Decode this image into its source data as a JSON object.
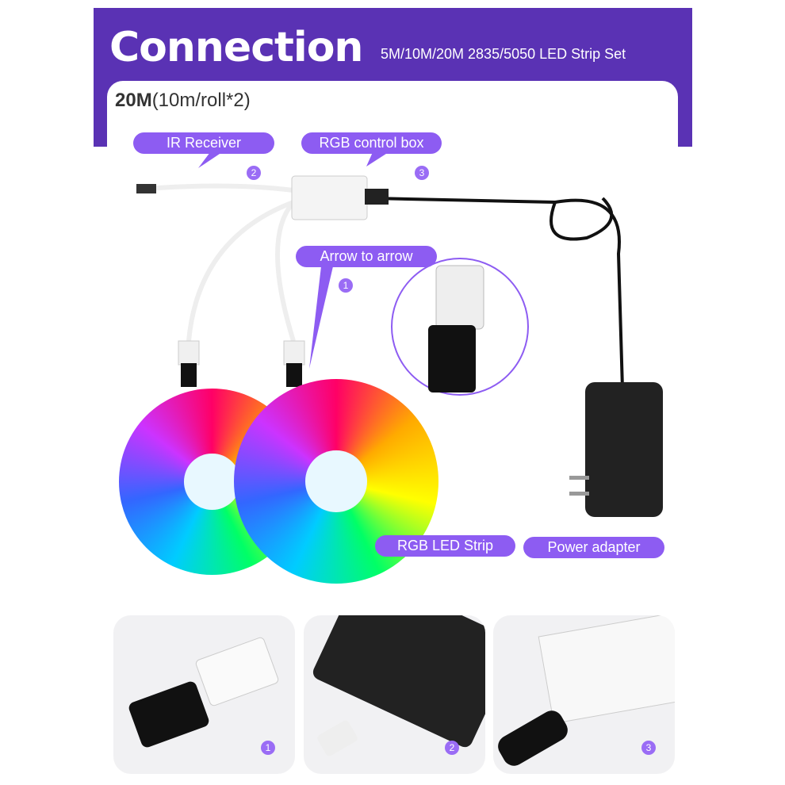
{
  "header": {
    "title": "Connection",
    "subtitle": "5M/10M/20M 2835/5050 LED Strip Set",
    "size_bold": "20M",
    "size_detail": "(10m/roll*2)"
  },
  "labels": {
    "ir_receiver": "IR Receiver",
    "control_box": "RGB control box",
    "arrow": "Arrow to arrow",
    "strip": "RGB LED Strip",
    "adapter": "Power adapter"
  },
  "numbers": {
    "one": "1",
    "two": "2",
    "three": "3"
  },
  "colors": {
    "header": "#5a32b4",
    "pill": "#8d5cf2"
  }
}
